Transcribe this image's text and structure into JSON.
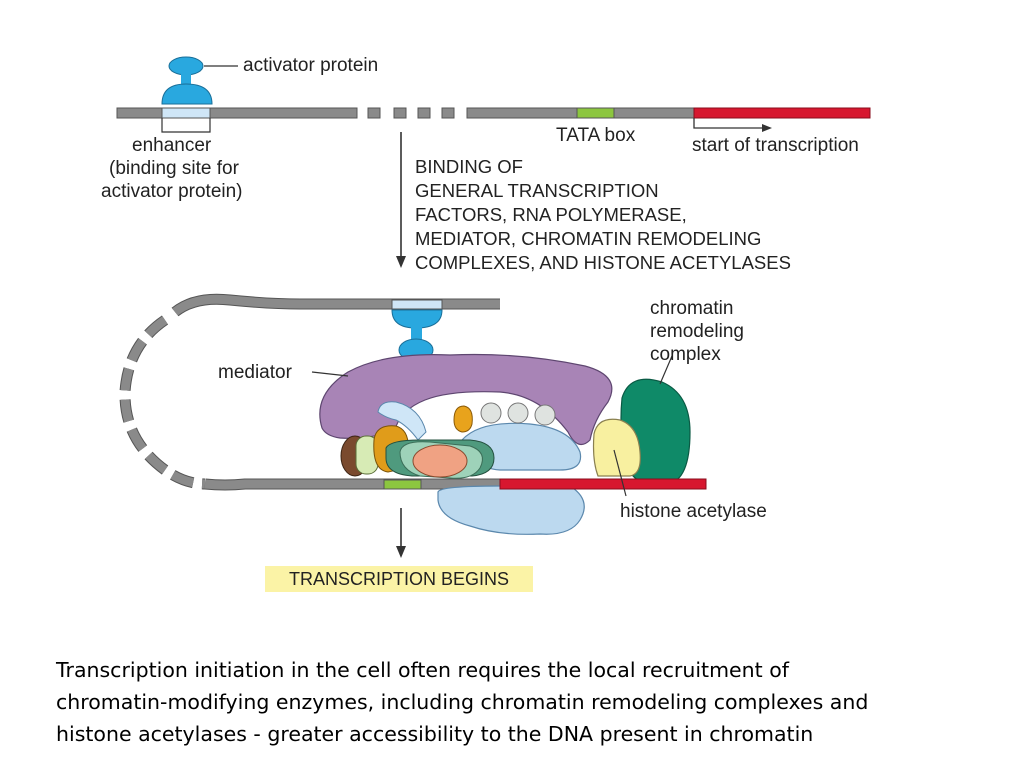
{
  "labels": {
    "activator_protein": "activator protein",
    "enhancer": [
      "enhancer",
      "(binding site for",
      "activator protein)"
    ],
    "tata_box": "TATA box",
    "start_of_transcription": "start of transcription",
    "mediator": "mediator",
    "chromatin_remodeling_complex": [
      "chromatin",
      "remodeling",
      "complex"
    ],
    "histone_acetylase": "histone acetylase"
  },
  "step_text": [
    "BINDING OF",
    "GENERAL TRANSCRIPTION",
    "FACTORS, RNA POLYMERASE,",
    "MEDIATOR, CHROMATIN REMODELING",
    "COMPLEXES, AND HISTONE ACETYLASES"
  ],
  "result_text": "TRANSCRIPTION BEGINS",
  "caption": [
    "Transcription initiation in the cell often requires the local recruitment of",
    "chromatin-modifying enzymes, including chromatin remodeling complexes and",
    "histone acetylases - greater accessibility to the DNA present in chromatin"
  ],
  "colors": {
    "dna": "#8a8a8a",
    "activator": "#29a8df",
    "enhancer": "#cfe6f7",
    "tata": "#8cc63f",
    "transcribed": "#d7172f",
    "mediator": "#a884b6",
    "chromatin_remodeling": "#0f8a68",
    "histone_acetylase": "#f8f0a0",
    "polymerase": "#bcd9ef",
    "highlight": "#fbf3a6"
  }
}
